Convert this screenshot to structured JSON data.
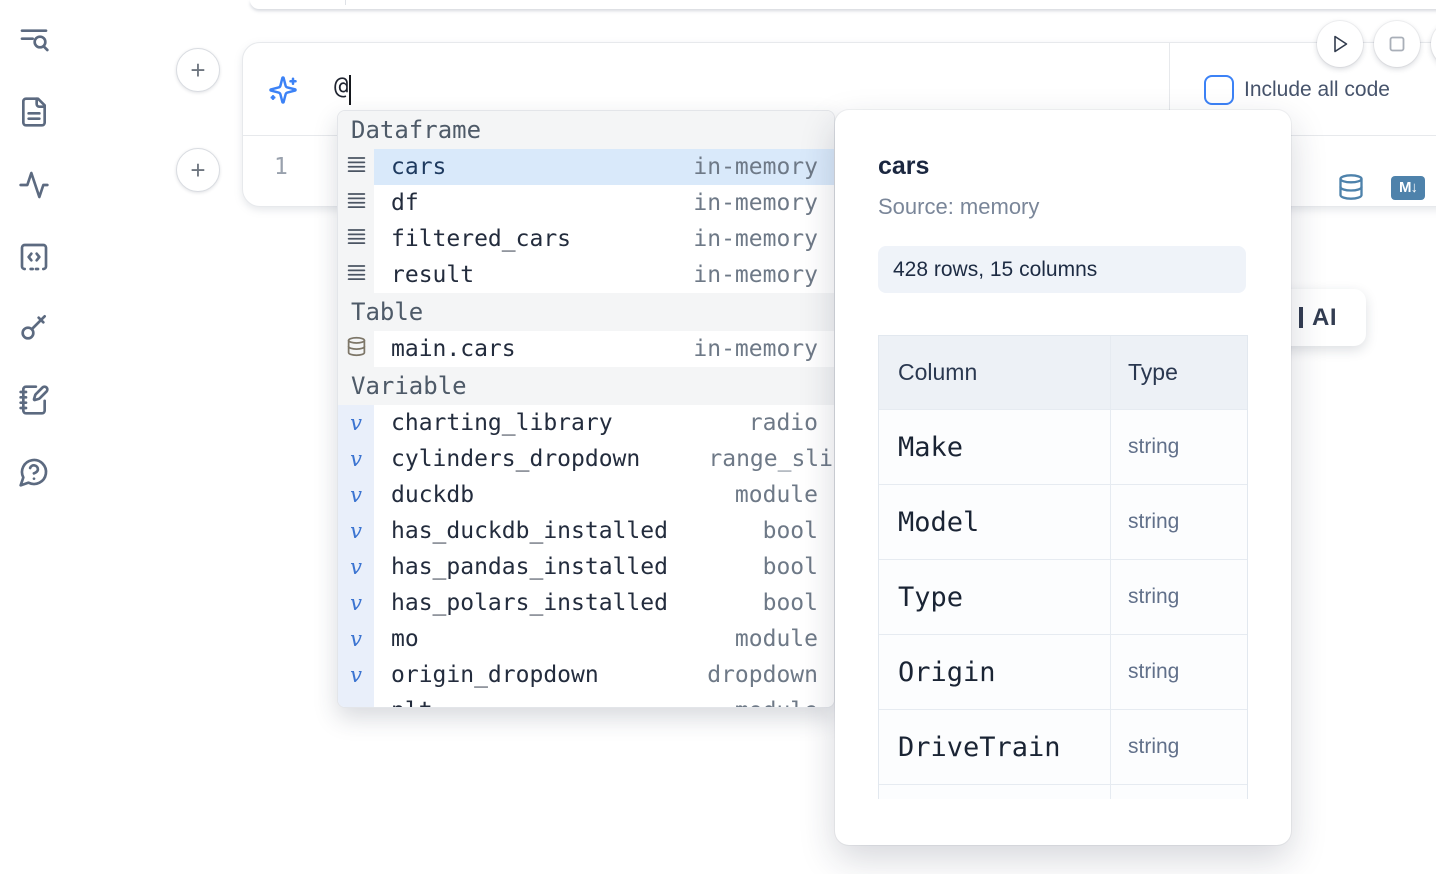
{
  "sidebar": {
    "items": [
      {
        "id": "search",
        "icon": "text-search-icon"
      },
      {
        "id": "files",
        "icon": "file-text-icon"
      },
      {
        "id": "tracing",
        "icon": "activity-icon"
      },
      {
        "id": "snippets",
        "icon": "code-square-icon"
      },
      {
        "id": "secrets",
        "icon": "key-icon"
      },
      {
        "id": "scratchpad",
        "icon": "notebook-pen-icon"
      },
      {
        "id": "help",
        "icon": "help-chat-icon"
      }
    ]
  },
  "cell_actions": {
    "add_cell_top_label": "+",
    "add_cell_bottom_label": "+"
  },
  "run_controls": {
    "run_icon": "play-icon",
    "stop_icon": "stop-icon",
    "partial_icon": "circle-partial"
  },
  "ai_input": {
    "sparkle_icon": "sparkles-icon",
    "value": "@",
    "include_all_code_label": "Include all code",
    "include_all_code_checked": false
  },
  "editor": {
    "line_number": "1",
    "database_icon": "database-icon",
    "markdown_badge": "M↓"
  },
  "ai_chip": {
    "visible_label": "AI"
  },
  "autocomplete": {
    "sections": [
      {
        "label": "Dataframe",
        "kind": "dataframe",
        "items": [
          {
            "name": "cars",
            "type": "in-memory",
            "selected": true
          },
          {
            "name": "df",
            "type": "in-memory"
          },
          {
            "name": "filtered_cars",
            "type": "in-memory"
          },
          {
            "name": "result",
            "type": "in-memory"
          }
        ]
      },
      {
        "label": "Table",
        "kind": "table",
        "items": [
          {
            "name": "main.cars",
            "type": "in-memory"
          }
        ]
      },
      {
        "label": "Variable",
        "kind": "variable",
        "items": [
          {
            "name": "charting_library",
            "type": "radio"
          },
          {
            "name": "cylinders_dropdown",
            "type": "range_sli",
            "clipped_type": true
          },
          {
            "name": "duckdb",
            "type": "module"
          },
          {
            "name": "has_duckdb_installed",
            "type": "bool"
          },
          {
            "name": "has_pandas_installed",
            "type": "bool"
          },
          {
            "name": "has_polars_installed",
            "type": "bool"
          },
          {
            "name": "mo",
            "type": "module"
          },
          {
            "name": "origin_dropdown",
            "type": "dropdown"
          },
          {
            "name": "plt",
            "type": "module",
            "partially_visible": true
          }
        ]
      }
    ]
  },
  "popup": {
    "title": "cars",
    "source": "Source: memory",
    "shape_badge": "428 rows, 15 columns",
    "table": {
      "headers": [
        "Column",
        "Type"
      ],
      "rows": [
        {
          "column": "Make",
          "type": "string"
        },
        {
          "column": "Model",
          "type": "string"
        },
        {
          "column": "Type",
          "type": "string"
        },
        {
          "column": "Origin",
          "type": "string"
        },
        {
          "column": "DriveTrain",
          "type": "string"
        }
      ],
      "partial_rows_below": 1
    }
  },
  "colors": {
    "accent_blue": "#3c82f6",
    "selection_blue": "#d9e9fa",
    "steel_icon_blue": "#4e82ab",
    "ink": "#1b2740",
    "muted": "#6e7987"
  }
}
